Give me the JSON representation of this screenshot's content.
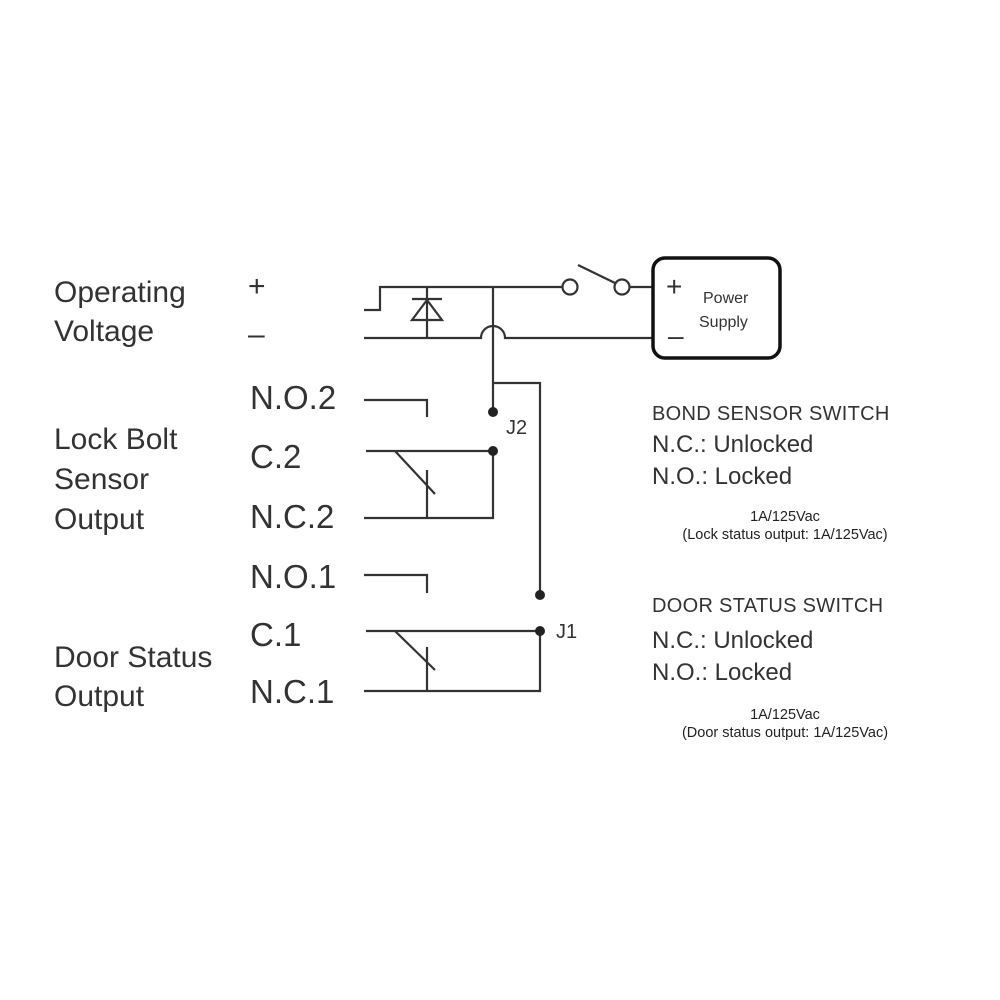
{
  "left_labels": {
    "operating_voltage": [
      "Operating",
      "Voltage"
    ],
    "lock_bolt_sensor_output": [
      "Lock Bolt",
      "Sensor",
      "Output"
    ],
    "door_status_output": [
      "Door Status",
      "Output"
    ]
  },
  "polarity": {
    "plus": "+",
    "minus": "–"
  },
  "terminals": [
    "N.O.2",
    "C.2",
    "N.C.2",
    "N.O.1",
    "C.1",
    "N.C.1"
  ],
  "jumpers": [
    "J2",
    "J1"
  ],
  "power_supply": {
    "plus": "+",
    "minus": "–",
    "label": [
      "Power",
      "Supply"
    ]
  },
  "bond_sensor": {
    "title": "BOND SENSOR SWITCH",
    "nc": "N.C.: Unlocked",
    "no": "N.O.: Locked",
    "rating": "1A/125Vac",
    "note": "(Lock status output: 1A/125Vac)"
  },
  "door_status": {
    "title": "DOOR STATUS SWITCH",
    "nc": "N.C.: Unlocked",
    "no": "N.O.: Locked",
    "rating": "1A/125Vac",
    "note": "(Door status output: 1A/125Vac)"
  }
}
